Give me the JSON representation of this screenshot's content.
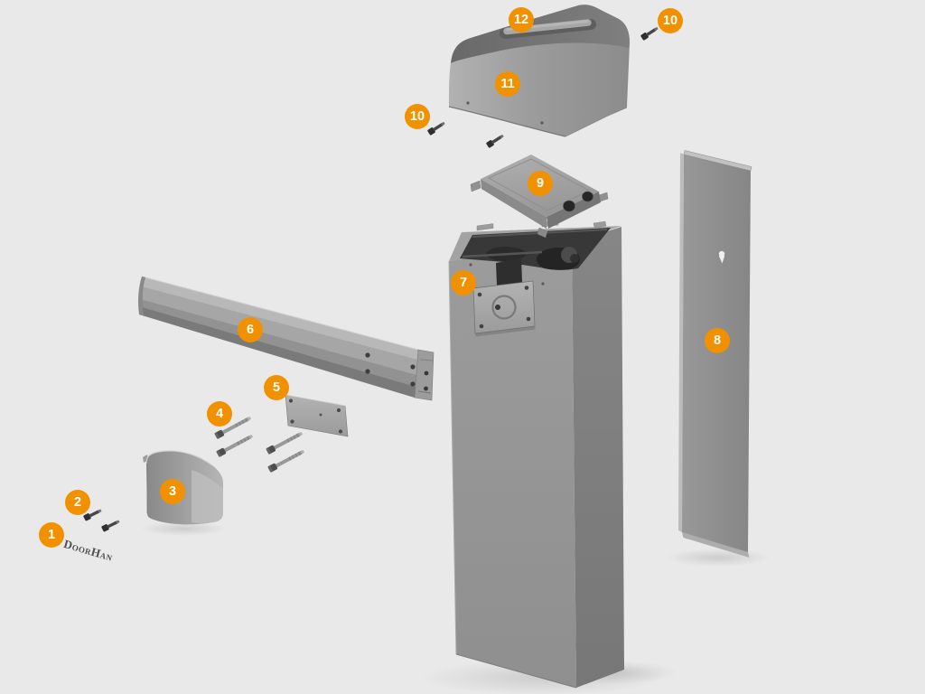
{
  "colors": {
    "background": "#E9E9E9",
    "callout-bg": "#F19100",
    "callout-text": "#FFFFFF",
    "logo-color": "#4F4F4F",
    "part-gray": "#9A9A9A",
    "part-dark-gray": "#6E6E6E",
    "interior-dark": "#333333"
  },
  "brand": {
    "logo_text": "DoorHan"
  },
  "callouts": [
    {
      "label": "1"
    },
    {
      "label": "2"
    },
    {
      "label": "3"
    },
    {
      "label": "4"
    },
    {
      "label": "5"
    },
    {
      "label": "6"
    },
    {
      "label": "7"
    },
    {
      "label": "8"
    },
    {
      "label": "9"
    },
    {
      "label": "10"
    },
    {
      "label": "10"
    },
    {
      "label": "11"
    },
    {
      "label": "12"
    }
  ]
}
